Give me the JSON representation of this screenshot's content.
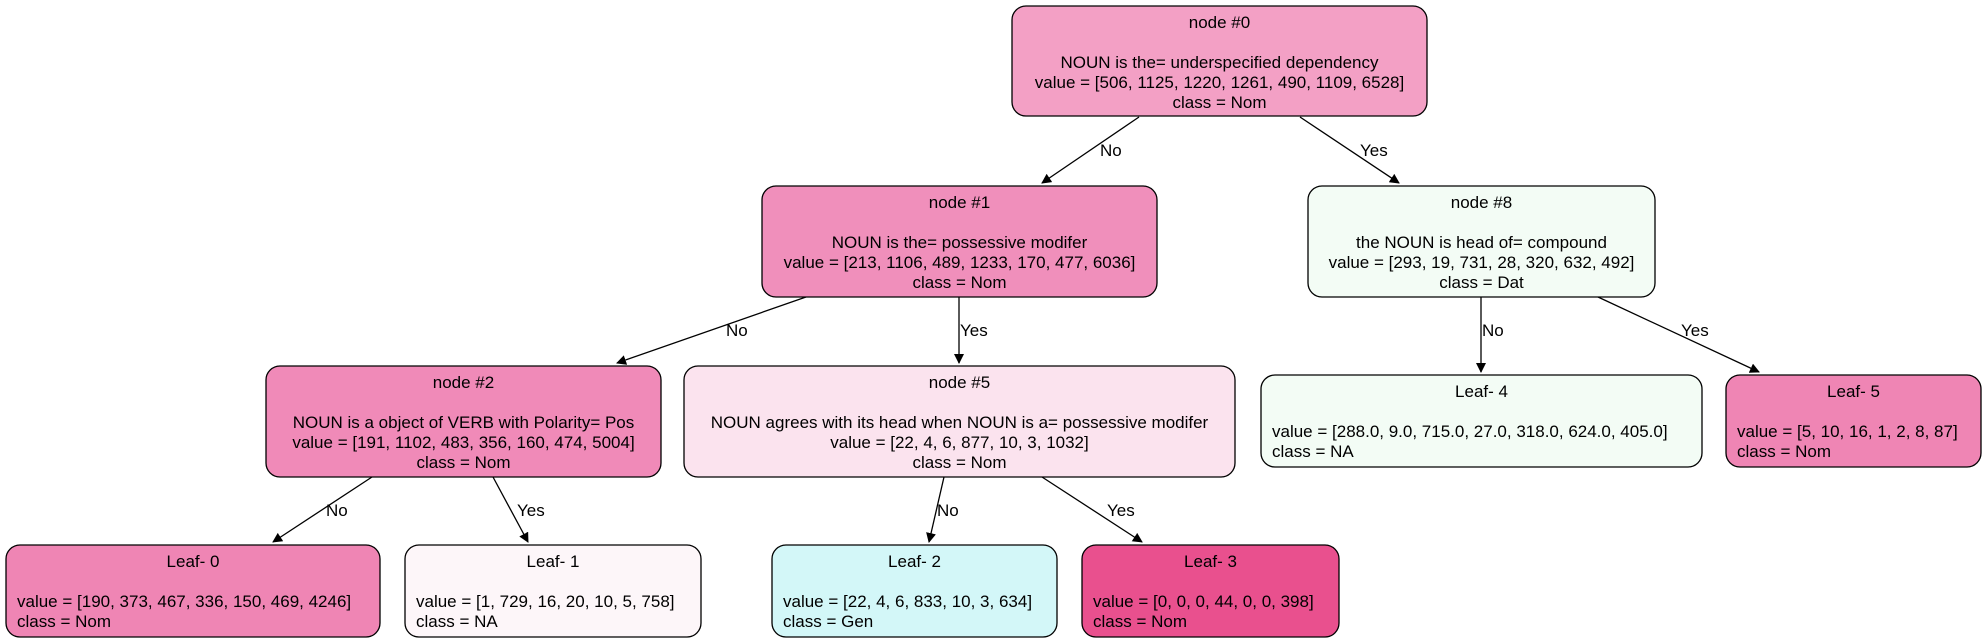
{
  "tree": {
    "nodes": [
      {
        "id": "n0",
        "title": "node #0",
        "lines": [
          "NOUN is the= underspecified dependency",
          "value = [506, 1125, 1220, 1261, 490, 1109, 6528]",
          "class = Nom"
        ],
        "fill": "#f3a0c5"
      },
      {
        "id": "n1",
        "title": "node #1",
        "lines": [
          "NOUN is the= possessive modifer",
          "value = [213, 1106, 489, 1233, 170, 477, 6036]",
          "class = Nom"
        ],
        "fill": "#f08fbb"
      },
      {
        "id": "n8",
        "title": "node #8",
        "lines": [
          "the NOUN is head of= compound",
          "value = [293, 19, 731, 28, 320, 632, 492]",
          "class = Dat"
        ],
        "fill": "#f3fcf5"
      },
      {
        "id": "n2",
        "title": "node #2",
        "lines": [
          "NOUN  is a object  of VERB with Polarity= Pos",
          "value = [191, 1102, 483, 356, 160, 474, 5004]",
          "class = Nom"
        ],
        "fill": "#f08ab8"
      },
      {
        "id": "n5",
        "title": "node #5",
        "lines": [
          "NOUN agrees with its head when NOUN is a= possessive modifer",
          "value = [22, 4, 6, 877, 10, 3, 1032]",
          "class = Nom"
        ],
        "fill": "#fbe3ee"
      },
      {
        "id": "l4",
        "title": "Leaf- 4",
        "lines": [
          "value = [288.0, 9.0, 715.0, 27.0, 318.0, 624.0, 405.0]",
          "class = NA"
        ],
        "fill": "#f3fcf5"
      },
      {
        "id": "l5",
        "title": "Leaf- 5",
        "lines": [
          "value = [5, 10, 16, 1, 2, 8, 87]",
          "class = Nom"
        ],
        "fill": "#ef85b4"
      },
      {
        "id": "l0",
        "title": "Leaf- 0",
        "lines": [
          "value = [190, 373, 467, 336, 150, 469, 4246]",
          "class = Nom"
        ],
        "fill": "#ef85b4"
      },
      {
        "id": "l1",
        "title": "Leaf- 1",
        "lines": [
          "value = [1, 729, 16, 20, 10, 5, 758]",
          "class = NA"
        ],
        "fill": "#fdf6f9"
      },
      {
        "id": "l2",
        "title": "Leaf- 2",
        "lines": [
          "value = [22, 4, 6, 833, 10, 3, 634]",
          "class = Gen"
        ],
        "fill": "#d3f7f8"
      },
      {
        "id": "l3",
        "title": "Leaf- 3",
        "lines": [
          "value = [0, 0, 0, 44, 0, 0, 398]",
          "class = Nom"
        ],
        "fill": "#e9508e"
      }
    ],
    "edges": [
      {
        "from": "n0",
        "to": "n1",
        "label": "No"
      },
      {
        "from": "n0",
        "to": "n8",
        "label": "Yes"
      },
      {
        "from": "n1",
        "to": "n2",
        "label": "No"
      },
      {
        "from": "n1",
        "to": "n5",
        "label": "Yes"
      },
      {
        "from": "n8",
        "to": "l4",
        "label": "No"
      },
      {
        "from": "n8",
        "to": "l5",
        "label": "Yes"
      },
      {
        "from": "n2",
        "to": "l0",
        "label": "No"
      },
      {
        "from": "n2",
        "to": "l1",
        "label": "Yes"
      },
      {
        "from": "n5",
        "to": "l2",
        "label": "No"
      },
      {
        "from": "n5",
        "to": "l3",
        "label": "Yes"
      }
    ]
  }
}
